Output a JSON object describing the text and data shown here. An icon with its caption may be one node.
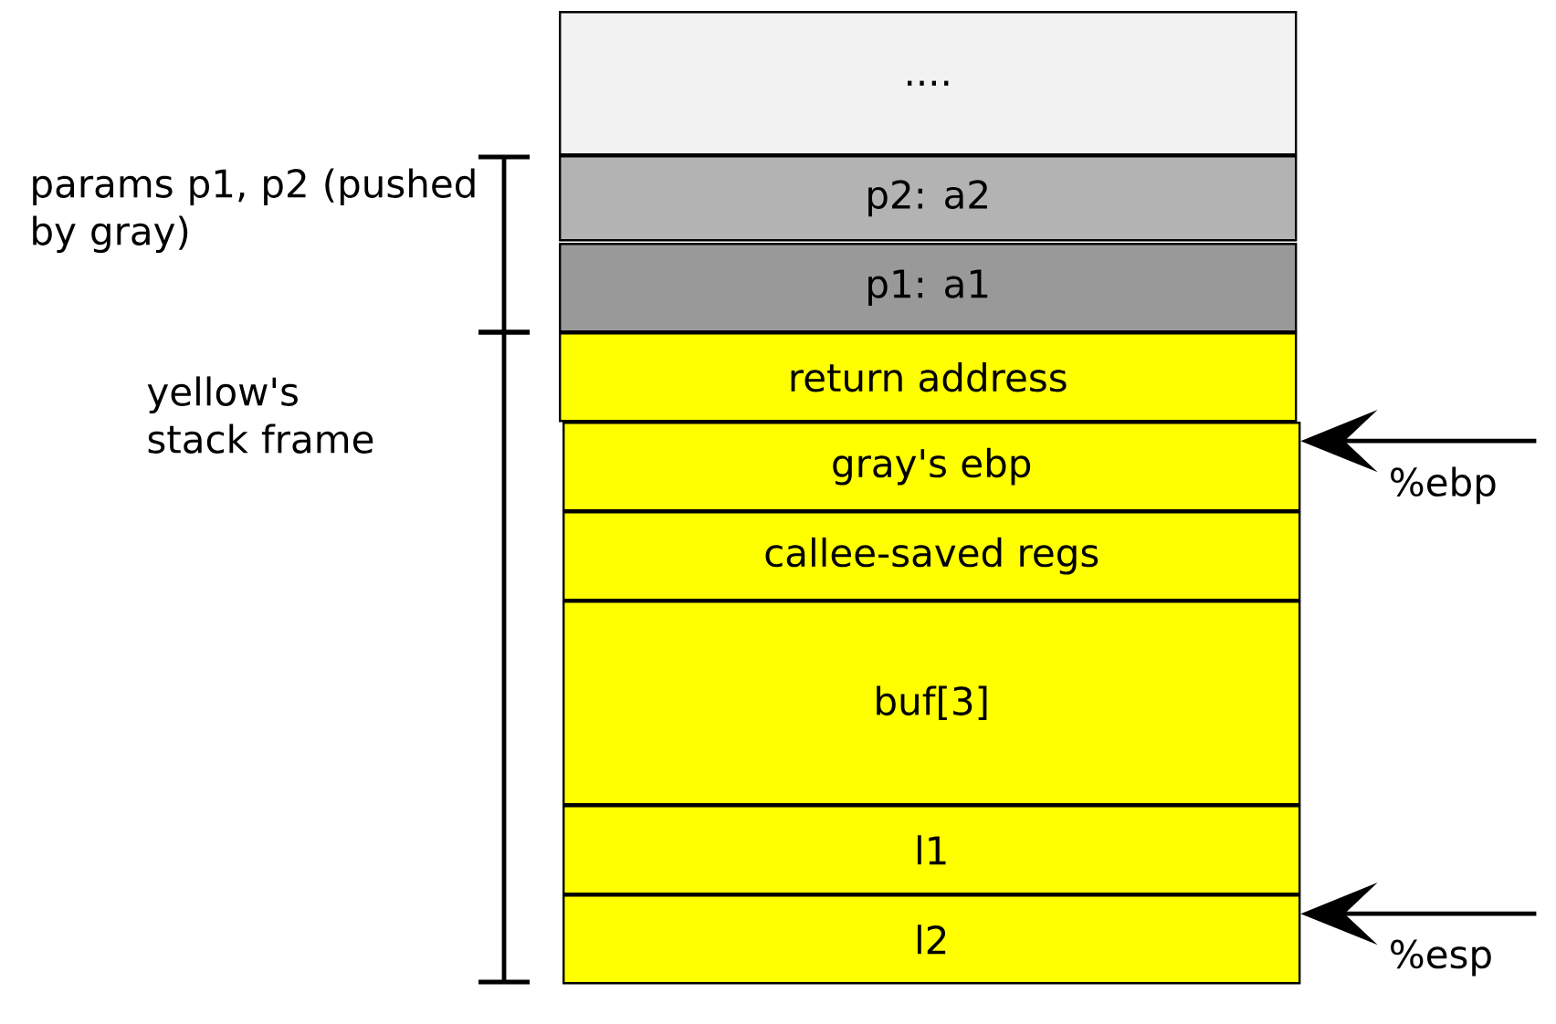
{
  "diagram": {
    "nodes": [
      {
        "text": [
          "...."
        ]
      },
      {
        "text": [
          "p2: a2"
        ]
      },
      {
        "text": [
          "p1: a1"
        ]
      },
      {
        "text": [
          "return address"
        ]
      },
      {
        "text": [
          "gray's ebp"
        ]
      },
      {
        "text": [
          "callee-saved regs"
        ]
      },
      {
        "text": [
          "buf[3]"
        ]
      },
      {
        "text": [
          "l1"
        ]
      },
      {
        "text": [
          "l2"
        ]
      }
    ],
    "edges": [
      {
        "from": null,
        "to": 4,
        "arrow": "to",
        "label": "%ebp"
      },
      {
        "from": null,
        "to": 8,
        "arrow": "to",
        "label": "%esp"
      }
    ],
    "labels": [
      "params p1, p2 (pushed by gray)",
      "yellow's stack frame"
    ]
  }
}
